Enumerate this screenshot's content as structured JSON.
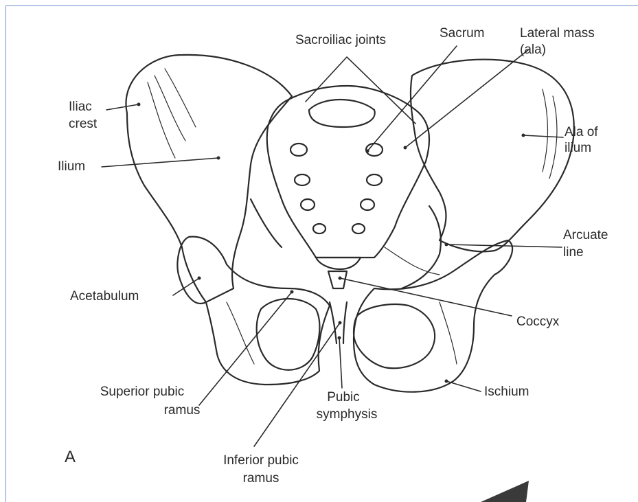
{
  "colors": {
    "border": "#6b8fc9",
    "ink": "#2a2a2a",
    "paper": "#ffffff"
  },
  "labels": {
    "sacroiliac_joints": "Sacroiliac joints",
    "sacrum": "Sacrum",
    "lateral_mass_1": "Lateral mass",
    "lateral_mass_2": "(ala)",
    "iliac_crest_1": "Iliac",
    "iliac_crest_2": "crest",
    "ilium": "Ilium",
    "ala_of_ilium_1": "Ala of",
    "ala_of_ilium_2": "ilium",
    "arcuate_line_1": "Arcuate",
    "arcuate_line_2": "line",
    "acetabulum": "Acetabulum",
    "coccyx": "Coccyx",
    "superior_pubic_ramus_1": "Superior pubic",
    "superior_pubic_ramus_2": "ramus",
    "pubic_symphysis_1": "Pubic",
    "pubic_symphysis_2": "symphysis",
    "ischium": "Ischium",
    "inferior_pubic_ramus_1": "Inferior pubic",
    "inferior_pubic_ramus_2": "ramus",
    "panel_letter": "A"
  }
}
